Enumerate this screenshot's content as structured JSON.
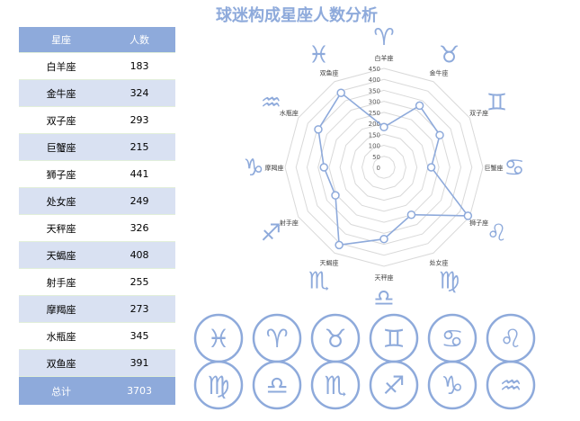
{
  "chart_data": {
    "type": "radar",
    "title": "球迷构成星座人数分析",
    "categories": [
      "白羊座",
      "金牛座",
      "双子座",
      "巨蟹座",
      "狮子座",
      "处女座",
      "天秤座",
      "天蝎座",
      "射手座",
      "摩羯座",
      "水瓶座",
      "双鱼座"
    ],
    "values": [
      183,
      324,
      293,
      215,
      441,
      249,
      326,
      408,
      255,
      273,
      345,
      391
    ],
    "rlim": [
      0,
      450
    ],
    "ticks": [
      "0",
      "50",
      "100",
      "150",
      "200",
      "250",
      "300",
      "350",
      "400",
      "450"
    ],
    "color": "#8eaadb"
  },
  "table": {
    "headers": [
      "星座",
      "人数"
    ],
    "total_label": "总计",
    "total": "3703"
  },
  "symbols": [
    "♈",
    "♉",
    "♊",
    "♋",
    "♌",
    "♍",
    "♎",
    "♏",
    "♐",
    "♑",
    "♒",
    "♓"
  ],
  "bottom_icons": [
    "♓",
    "♈",
    "♉",
    "♊",
    "♋",
    "♌",
    "♍",
    "♎",
    "♏",
    "♐",
    "♑",
    "♒"
  ]
}
